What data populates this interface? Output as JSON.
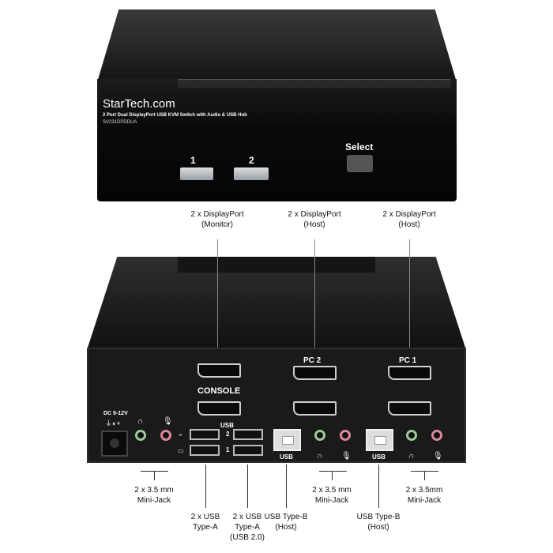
{
  "front": {
    "brand": "StarTech.com",
    "product_name": "2 Port Dual DisplayPort USB KVM Switch with Audio & USB Hub",
    "model": "SV231DPDDUA",
    "button_1": "1",
    "button_2": "2",
    "select_label": "Select"
  },
  "top_callouts": [
    {
      "line1": "2 x DisplayPort",
      "line2": "(Monitor)"
    },
    {
      "line1": "2 x DisplayPort",
      "line2": "(Host)"
    },
    {
      "line1": "2 x DisplayPort",
      "line2": "(Host)"
    }
  ],
  "rear": {
    "console": "CONSOLE",
    "pc2": "PC  2",
    "pc1": "PC  1",
    "dc": "DC  9-12V",
    "usb_hub": "USB",
    "usb_2": "2",
    "usb_1": "1",
    "usb_b_1": "USB",
    "usb_b_2": "USB"
  },
  "bottom_callouts": [
    {
      "line1": "2 x 3.5 mm",
      "line2": "Mini-Jack"
    },
    {
      "line1": "2 x USB",
      "line2": "Type-A"
    },
    {
      "line1": "2 x USB",
      "line2": "Type-A",
      "line3": "(USB 2.0)"
    },
    {
      "line1": "USB Type-B",
      "line2": "(Host)"
    },
    {
      "line1": "2 x 3.5 mm",
      "line2": "Mini-Jack"
    },
    {
      "line1": "USB Type-B",
      "line2": "(Host)"
    },
    {
      "line1": "2 x 3.5mm",
      "line2": "Mini-Jack"
    }
  ],
  "colors": {
    "body": "#111111",
    "headphone_jack": "#99cc99",
    "mic_jack": "#dd8899"
  },
  "icons": [
    "headphone-icon",
    "microphone-icon",
    "mouse-icon",
    "keyboard-icon",
    "dc-polarity-icon"
  ]
}
